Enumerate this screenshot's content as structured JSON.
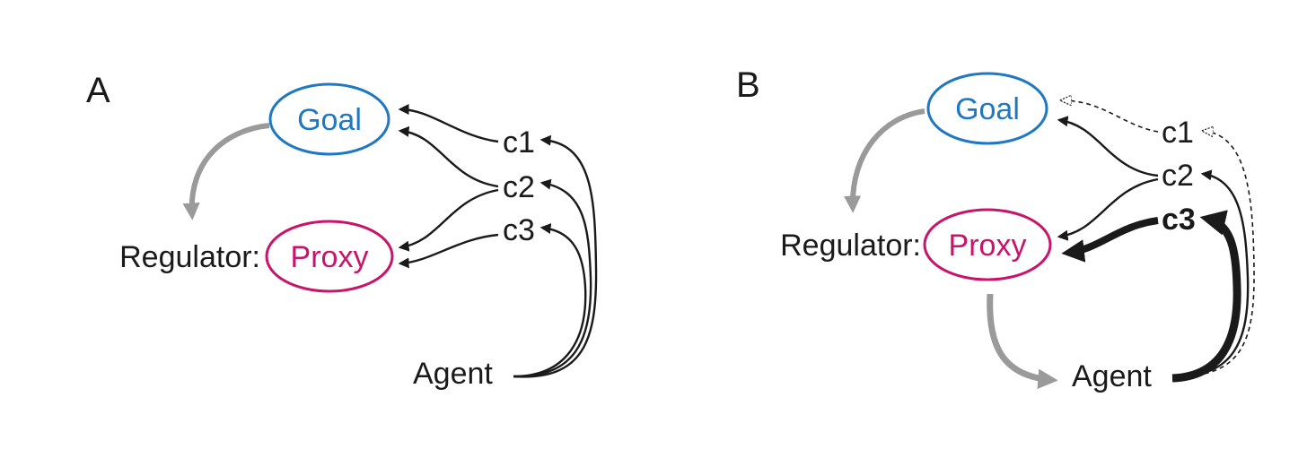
{
  "colors": {
    "goal": "#1f78c1",
    "proxy": "#c8156b",
    "text": "#1a1a1a",
    "regulator_arrow": "#9a9a9a",
    "arrow": "#1a1a1a"
  },
  "panelA": {
    "label": "A",
    "goal": "Goal",
    "proxy": "Proxy",
    "regulator": "Regulator:",
    "c1": "c1",
    "c2": "c2",
    "c3": "c3",
    "agent": "Agent"
  },
  "panelB": {
    "label": "B",
    "goal": "Goal",
    "proxy": "Proxy",
    "regulator": "Regulator:",
    "c1": "c1",
    "c2": "c2",
    "c3": "c3",
    "agent": "Agent"
  }
}
